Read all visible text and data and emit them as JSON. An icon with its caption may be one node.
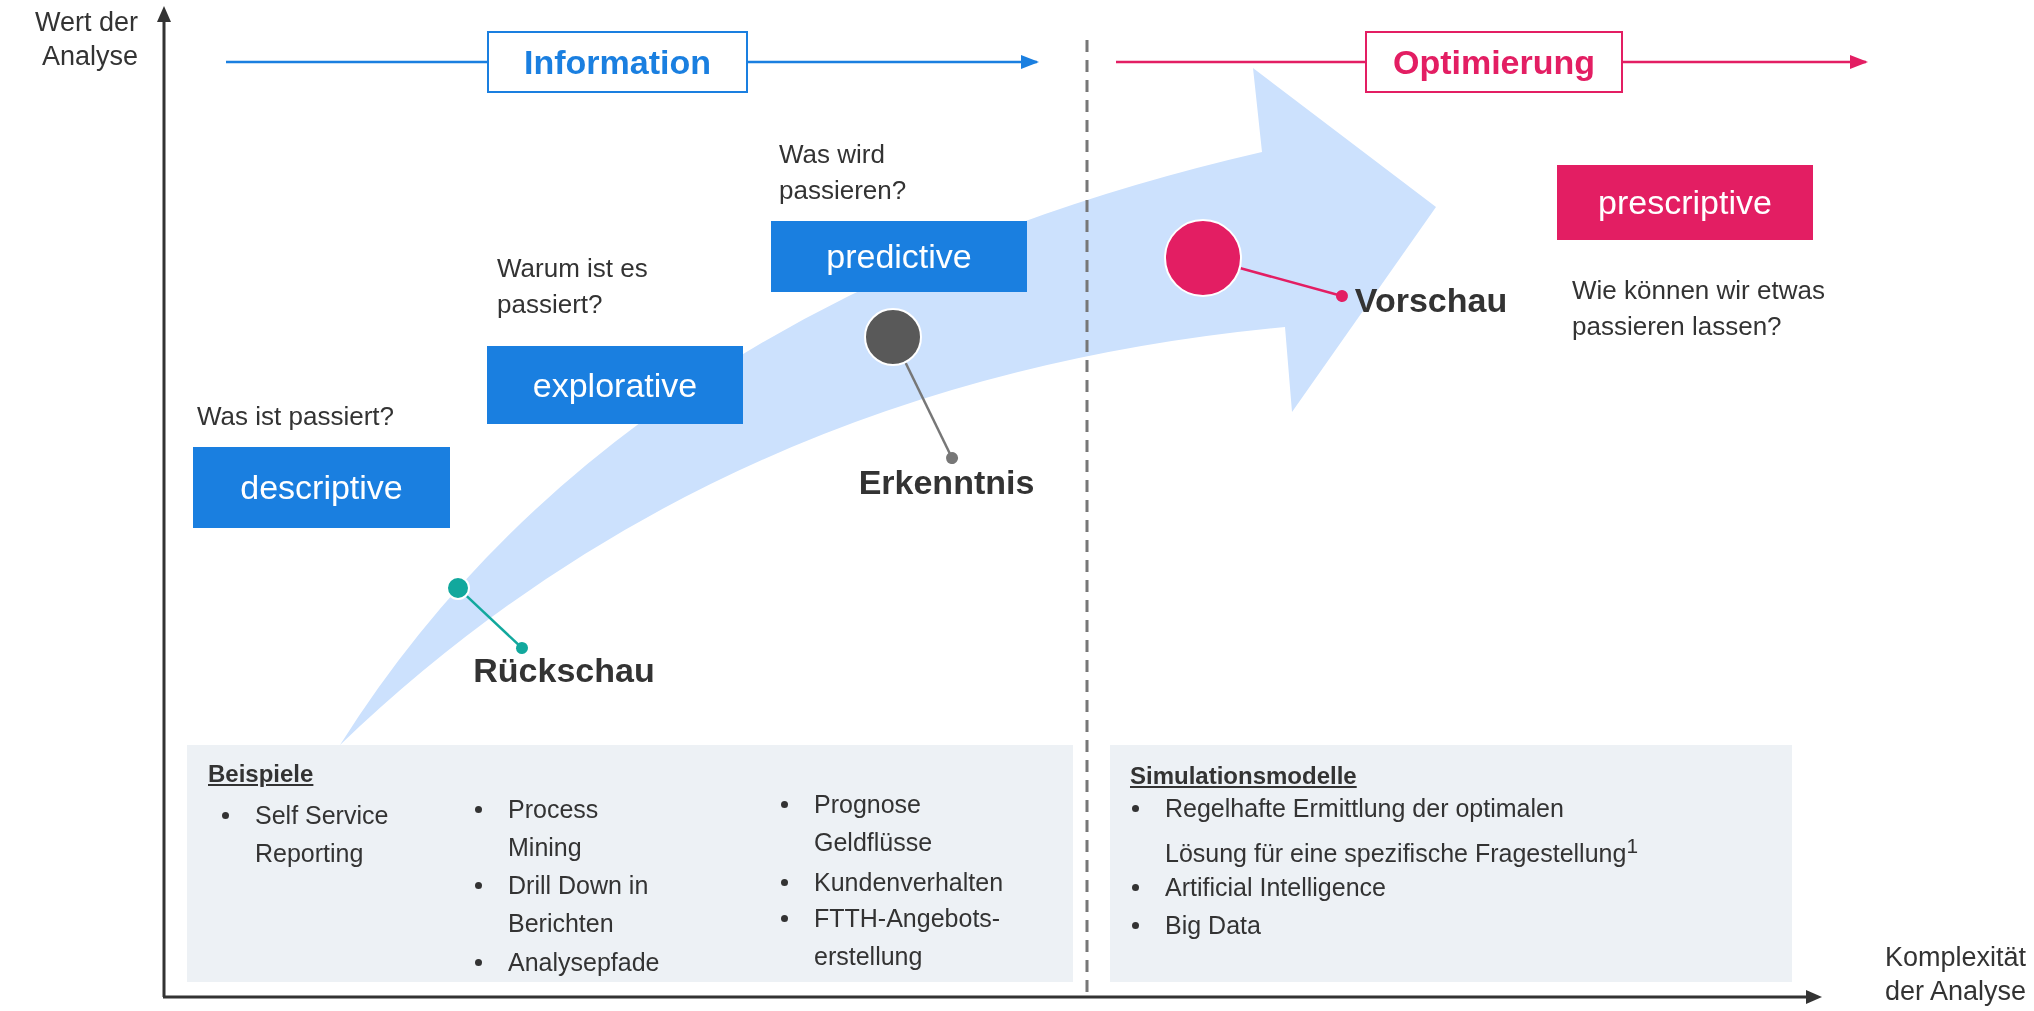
{
  "diagram": {
    "nodes": [
      {
        "text": [
          "descriptive"
        ],
        "beside": [
          "Was ist passiert?"
        ]
      },
      {
        "text": [
          "explorative"
        ],
        "beside": [
          "Warum ist es passiert?"
        ]
      },
      {
        "text": [
          "predictive"
        ],
        "beside": [
          "Was wird passieren?"
        ]
      },
      {
        "text": [
          "prescriptive"
        ],
        "beside": [
          "Wie können wir etwas passieren lassen?"
        ]
      },
      {
        "text": [
          "Information"
        ]
      },
      {
        "text": [
          "Optimierung"
        ]
      },
      {
        "text": [],
        "shape": "circle"
      },
      {
        "text": [
          "Rückschau"
        ]
      },
      {
        "text": [],
        "shape": "circle"
      },
      {
        "text": [
          "Erkenntnis"
        ]
      },
      {
        "text": [],
        "shape": "circle"
      },
      {
        "text": [
          "Vorschau"
        ]
      },
      {
        "text": [
          "Beispiele",
          "Self Service Reporting",
          "Process Mining",
          "Drill Down in Berichten",
          "Analysepfade",
          "Prognose Geldflüsse",
          "Kundenverhalten",
          "FTTH-Angebots-erstellung"
        ]
      },
      {
        "text": [
          "Simulationsmodelle",
          "Regelhafte Ermittlung der optimalen Lösung für eine spezifische Fragestellung$^{1}$",
          "Artificial Intelligence",
          "Big Data"
        ]
      }
    ],
    "edges": [
      {
        "from": null,
        "to": 4,
        "arrow": "none",
        "color": "#1a7fe0"
      },
      {
        "from": 4,
        "to": null,
        "arrow": "to",
        "color": "#1a7fe0"
      },
      {
        "from": null,
        "to": 5,
        "arrow": "none",
        "color": "#e31e63"
      },
      {
        "from": 5,
        "to": null,
        "arrow": "to",
        "color": "#e31e63"
      },
      {
        "from": 6,
        "to": 7,
        "arrow": "other",
        "color": "#12a89d"
      },
      {
        "from": 8,
        "to": 9,
        "arrow": "other",
        "color": "#777777"
      },
      {
        "from": 10,
        "to": 11,
        "arrow": "other",
        "color": "#e31e63"
      }
    ],
    "labels": [
      "Wert der Analyse",
      "Komplexität der Analyse"
    ]
  }
}
